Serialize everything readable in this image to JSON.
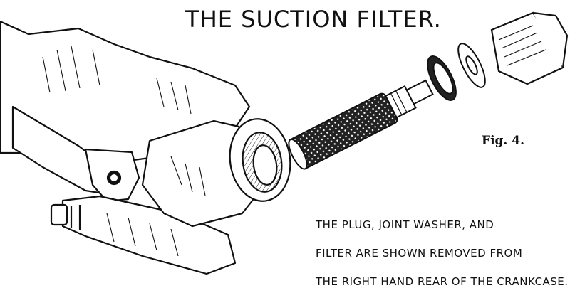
{
  "title": "THE SUCTION FILTER.",
  "figure_label": "Fig. 4.",
  "caption": {
    "line1": "THE PLUG, JOINT WASHER, AND",
    "line2": "FILTER ARE SHOWN REMOVED FROM",
    "line3": "THE RIGHT HAND REAR OF THE CRANKCASE."
  }
}
